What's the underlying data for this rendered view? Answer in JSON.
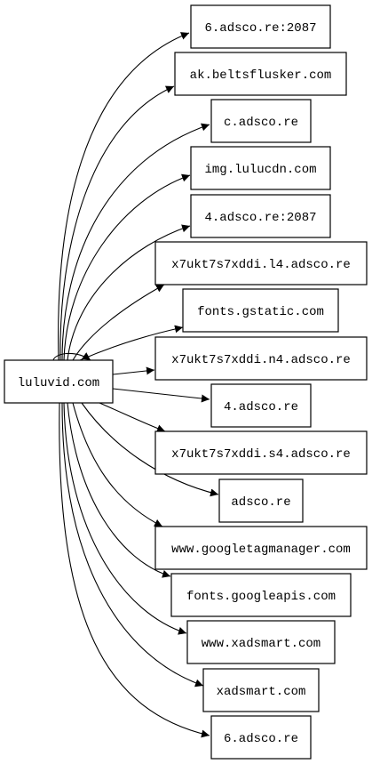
{
  "graph": {
    "root": {
      "id": "root",
      "label": "luluvid.com"
    },
    "nodes": [
      {
        "id": "n1",
        "label": "6.adsco.re:2087"
      },
      {
        "id": "n2",
        "label": "ak.beltsflusker.com"
      },
      {
        "id": "n3",
        "label": "c.adsco.re"
      },
      {
        "id": "n4",
        "label": "img.lulucdn.com"
      },
      {
        "id": "n5",
        "label": "4.adsco.re:2087"
      },
      {
        "id": "n6",
        "label": "x7ukt7s7xddi.l4.adsco.re"
      },
      {
        "id": "n7",
        "label": "fonts.gstatic.com"
      },
      {
        "id": "n8",
        "label": "x7ukt7s7xddi.n4.adsco.re"
      },
      {
        "id": "n9",
        "label": "4.adsco.re"
      },
      {
        "id": "n10",
        "label": "x7ukt7s7xddi.s4.adsco.re"
      },
      {
        "id": "n11",
        "label": "adsco.re"
      },
      {
        "id": "n12",
        "label": "www.googletagmanager.com"
      },
      {
        "id": "n13",
        "label": "fonts.googleapis.com"
      },
      {
        "id": "n14",
        "label": "www.xadsmart.com"
      },
      {
        "id": "n15",
        "label": "xadsmart.com"
      },
      {
        "id": "n16",
        "label": "6.adsco.re"
      }
    ],
    "edges": [
      {
        "from": "root",
        "to": "n1"
      },
      {
        "from": "root",
        "to": "n2"
      },
      {
        "from": "root",
        "to": "n3"
      },
      {
        "from": "root",
        "to": "n4"
      },
      {
        "from": "root",
        "to": "n5"
      },
      {
        "from": "root",
        "to": "n6"
      },
      {
        "from": "root",
        "to": "n7"
      },
      {
        "from": "root",
        "to": "n8"
      },
      {
        "from": "root",
        "to": "n9"
      },
      {
        "from": "root",
        "to": "n10"
      },
      {
        "from": "root",
        "to": "n11"
      },
      {
        "from": "root",
        "to": "n12"
      },
      {
        "from": "root",
        "to": "n13"
      },
      {
        "from": "root",
        "to": "n14"
      },
      {
        "from": "root",
        "to": "n15"
      },
      {
        "from": "root",
        "to": "n16"
      },
      {
        "from": "root",
        "to": "root"
      }
    ]
  }
}
